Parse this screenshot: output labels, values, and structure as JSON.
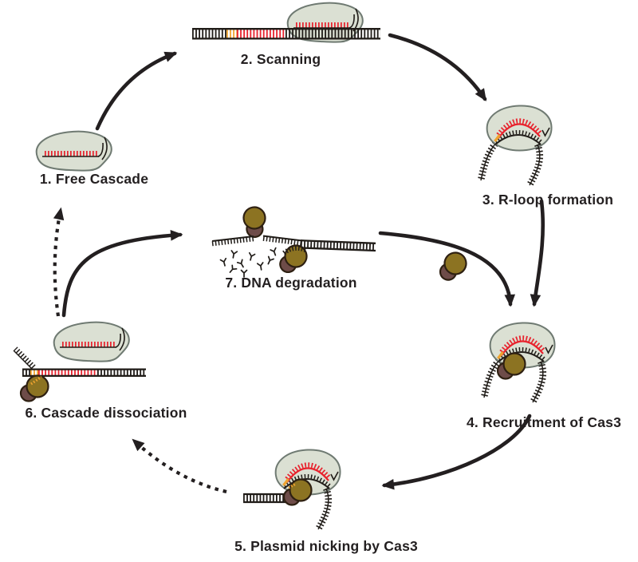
{
  "steps": [
    {
      "id": 1,
      "label": "1. Free Cascade"
    },
    {
      "id": 2,
      "label": "2. Scanning"
    },
    {
      "id": 3,
      "label": "3. R-loop formation"
    },
    {
      "id": 4,
      "label": "4. Recruitment of Cas3"
    },
    {
      "id": 5,
      "label": "5. Plasmid nicking by Cas3"
    },
    {
      "id": 6,
      "label": "6. Cascade dissociation"
    },
    {
      "id": 7,
      "label": "7. DNA degradation"
    }
  ],
  "connections": [
    {
      "from": 1,
      "to": 2,
      "style": "solid"
    },
    {
      "from": 2,
      "to": 3,
      "style": "solid"
    },
    {
      "from": 3,
      "to": 4,
      "style": "solid"
    },
    {
      "from": 7,
      "to": 4,
      "style": "solid"
    },
    {
      "from": 4,
      "to": 5,
      "style": "solid"
    },
    {
      "from": 5,
      "to": 6,
      "style": "dashed"
    },
    {
      "from": 6,
      "to": 1,
      "style": "dashed"
    },
    {
      "from": 6,
      "to": 7,
      "style": "solid"
    }
  ],
  "icons": {
    "cascade": "cascade-complex-blob",
    "cas3": "cas3-nuclease-blob",
    "dna": "dna-ladder",
    "crrna": "crrna-comb",
    "pam": "pam-segment",
    "fragments": "degraded-dna-fragments"
  },
  "colors": {
    "background": "#ffffff",
    "cascade_fill": "#dbe0d3",
    "cascade_stroke": "#6f7a72",
    "crrna_red": "#e8222d",
    "dna_dark": "#201c18",
    "pam_orange": "#f0a32f",
    "cas3_olive": "#8c7322",
    "cas3_brown": "#6e4c49",
    "cas3_stroke": "#2e2012",
    "arrow": "#231f20",
    "label": "#231f20"
  }
}
